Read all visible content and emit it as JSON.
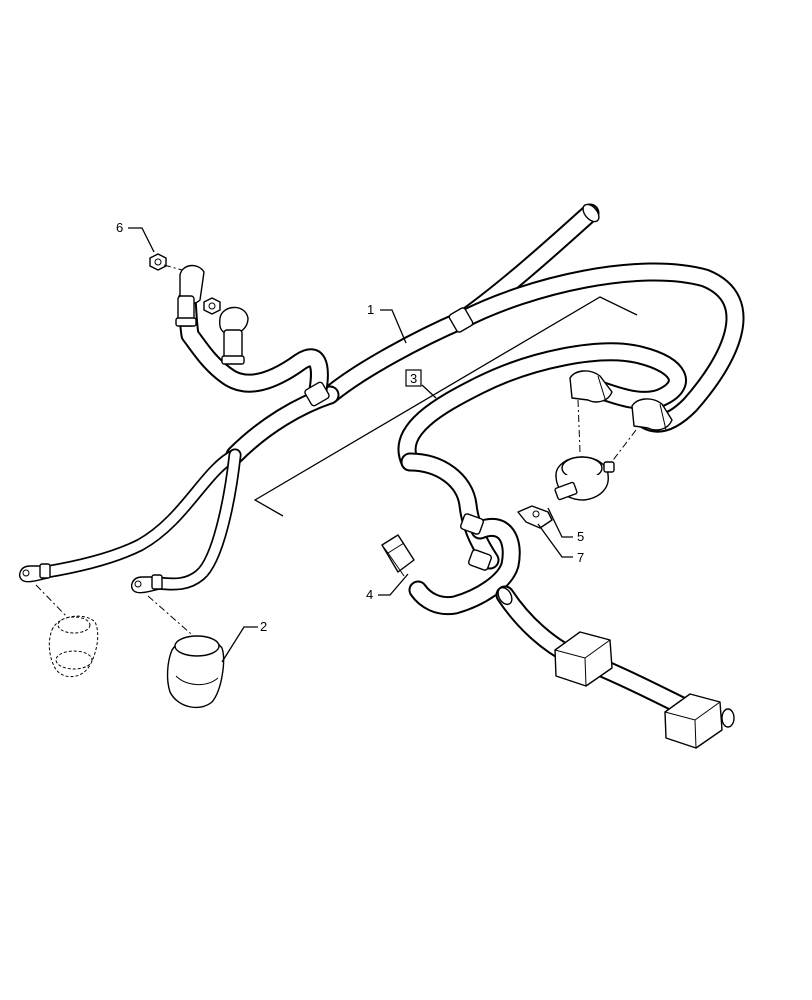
{
  "callouts": {
    "item1": "1",
    "item2": "2",
    "item3": "3",
    "item4": "4",
    "item5": "5",
    "item6": "6",
    "item7": "7"
  }
}
